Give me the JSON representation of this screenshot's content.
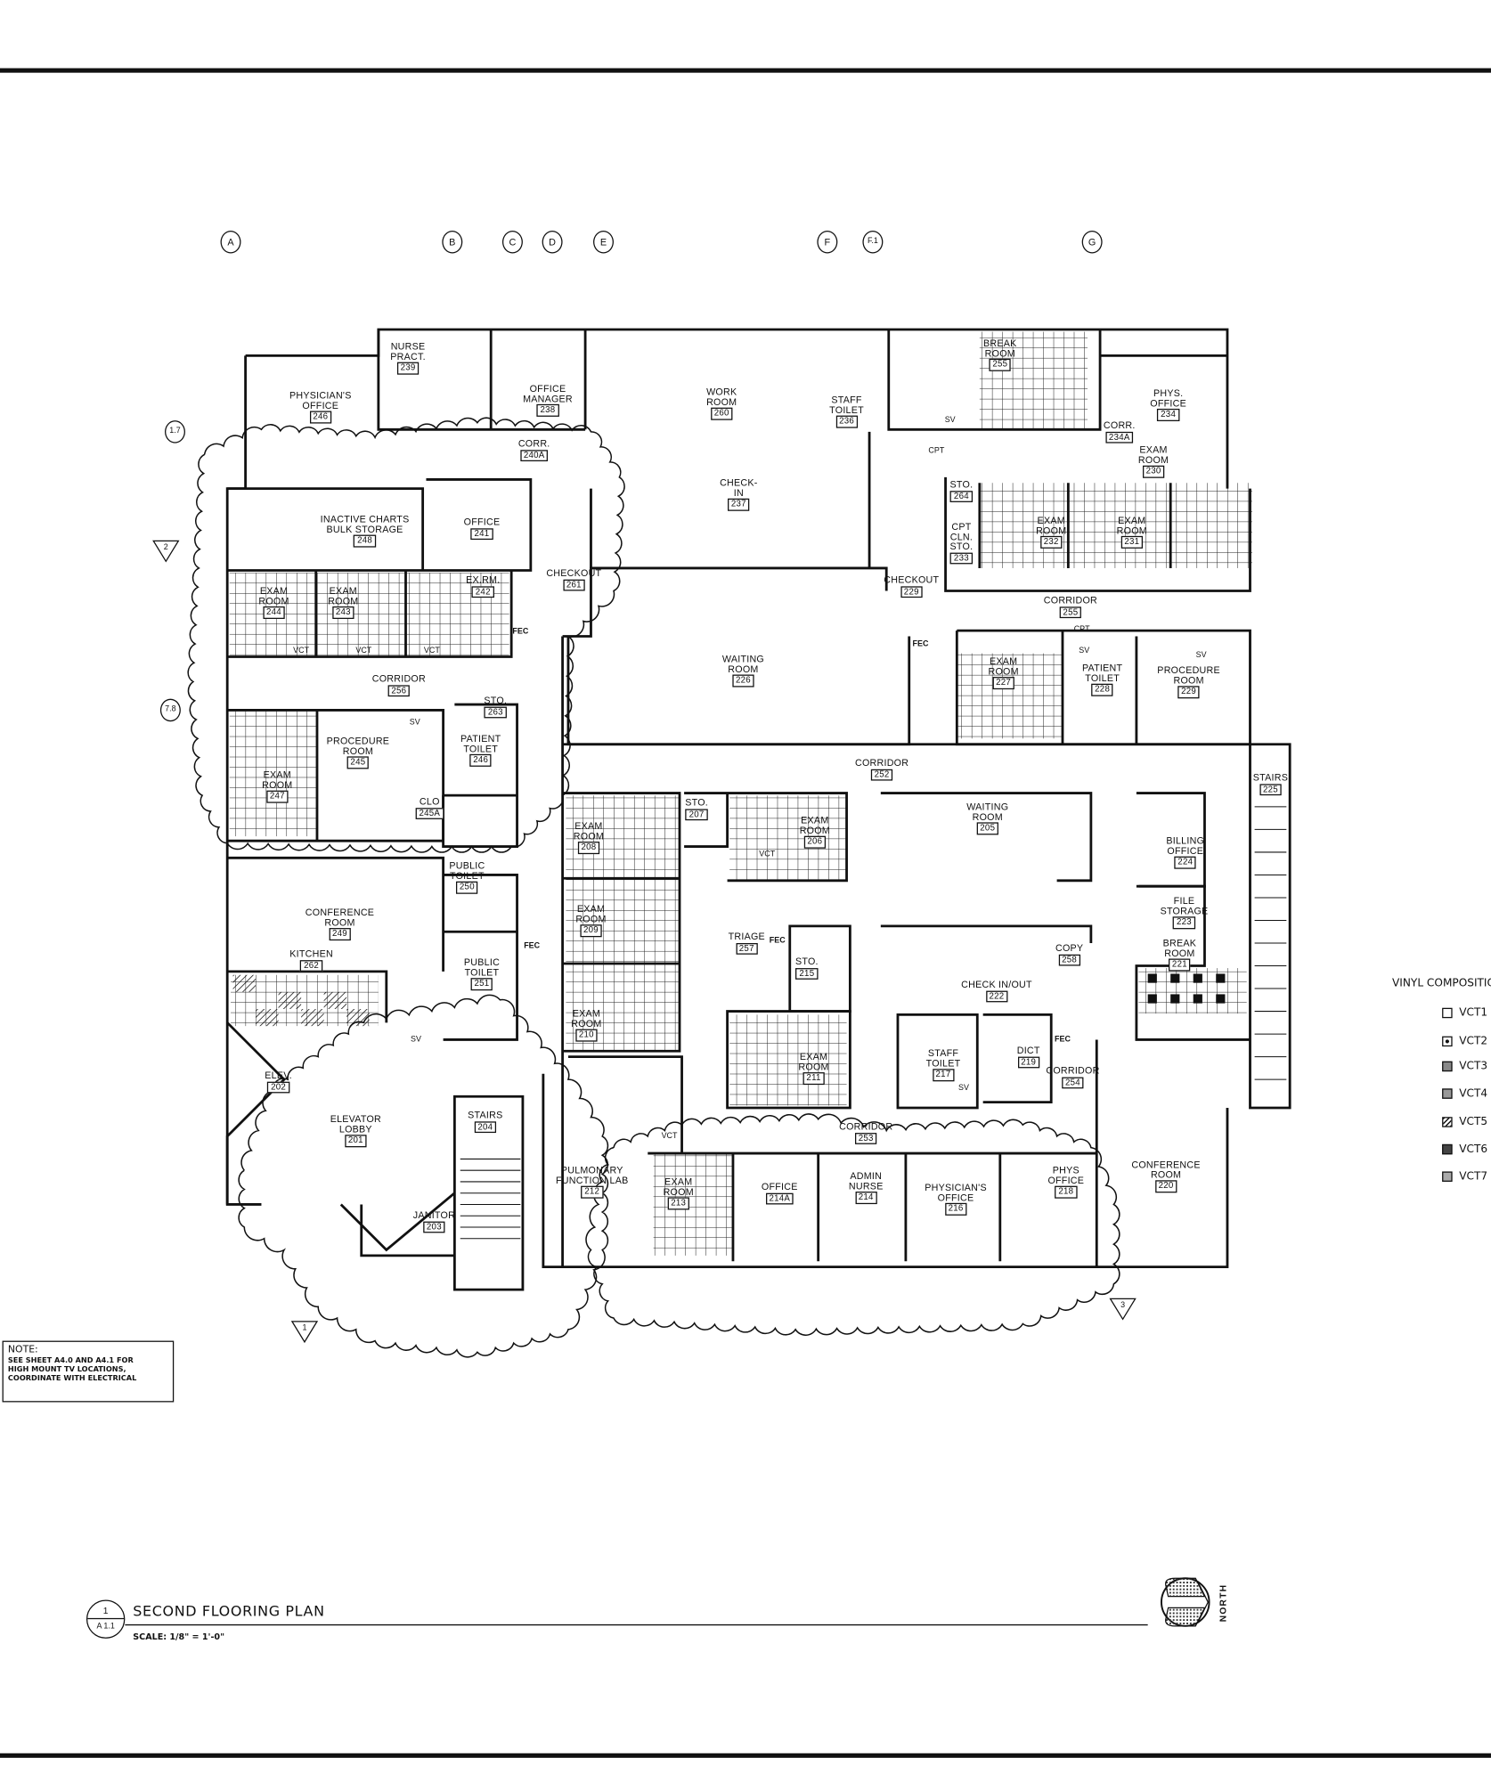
{
  "sheet": {
    "title": "SECOND FLOORING PLAN",
    "detail_number": "1",
    "sheet_ref": "A 1.1",
    "scale": "SCALE: 1/8\" = 1'-0\"",
    "north_label": "NORTH"
  },
  "grid_lines": {
    "columns": [
      "A",
      "B",
      "C",
      "D",
      "E",
      "F",
      "F.1",
      "G"
    ],
    "rows": [
      "1.7",
      "7.8"
    ]
  },
  "revisions": [
    "2",
    "1",
    "3"
  ],
  "note": {
    "heading": "NOTE:",
    "body": "SEE SHEET A4.0 AND A4.1 FOR\nHIGH MOUNT TV LOCATIONS,\nCOORDINATE WITH ELECTRICAL"
  },
  "legend": {
    "title": "VINYL COMPOSITION",
    "items": [
      "VCT1",
      "VCT2",
      "VCT3",
      "VCT4",
      "VCT5",
      "VCT6",
      "VCT7"
    ]
  },
  "rooms": [
    {
      "name": "Physician's\nOffice",
      "number": "246"
    },
    {
      "name": "Nurse\nPract.",
      "number": "239"
    },
    {
      "name": "Office\nManager",
      "number": "238"
    },
    {
      "name": "Corr.",
      "number": "240A"
    },
    {
      "name": "Work\nRoom",
      "number": "260"
    },
    {
      "name": "Staff\nToilet",
      "number": "236"
    },
    {
      "name": "Break\nRoom",
      "number": "255"
    },
    {
      "name": "Phys.\nOffice",
      "number": "234"
    },
    {
      "name": "Corr.",
      "number": "234A"
    },
    {
      "name": "Exam\nRoom",
      "number": "230"
    },
    {
      "name": "Check-\nIn",
      "number": "237"
    },
    {
      "name": "Inactive Charts\nBulk Storage",
      "number": "248"
    },
    {
      "name": "Office",
      "number": "241"
    },
    {
      "name": "Sto.",
      "number": "264"
    },
    {
      "name": "CPT\nCln.\nSto.",
      "number": "233"
    },
    {
      "name": "Exam\nRoom",
      "number": "232"
    },
    {
      "name": "Exam\nRoom",
      "number": "231"
    },
    {
      "name": "Checkout",
      "number": "261"
    },
    {
      "name": "Checkout",
      "number": "229"
    },
    {
      "name": "Exam\nRoom",
      "number": "244"
    },
    {
      "name": "Exam\nRoom",
      "number": "243"
    },
    {
      "name": "Ex.Rm.",
      "number": "242"
    },
    {
      "name": "Corridor",
      "number": "255"
    },
    {
      "name": "Waiting\nRoom",
      "number": "226"
    },
    {
      "name": "Exam\nRoom",
      "number": "227"
    },
    {
      "name": "Patient\nToilet",
      "number": "228"
    },
    {
      "name": "Procedure\nRoom",
      "number": "229"
    },
    {
      "name": "Corridor",
      "number": "256"
    },
    {
      "name": "Sto.",
      "number": "263"
    },
    {
      "name": "Procedure\nRoom",
      "number": "245"
    },
    {
      "name": "Patient\nToilet",
      "number": "246"
    },
    {
      "name": "Exam\nRoom",
      "number": "247"
    },
    {
      "name": "Clo",
      "number": "245A"
    },
    {
      "name": "Corridor",
      "number": "252"
    },
    {
      "name": "Stairs",
      "number": "225"
    },
    {
      "name": "Exam\nRoom",
      "number": "208"
    },
    {
      "name": "Sto.",
      "number": "207"
    },
    {
      "name": "Exam\nRoom",
      "number": "206"
    },
    {
      "name": "Waiting\nRoom",
      "number": "205"
    },
    {
      "name": "Billing\nOffice",
      "number": "224"
    },
    {
      "name": "Public\nToilet",
      "number": "250"
    },
    {
      "name": "Exam\nRoom",
      "number": "209"
    },
    {
      "name": "Conference\nRoom",
      "number": "249"
    },
    {
      "name": "File\nStorage",
      "number": "223"
    },
    {
      "name": "Triage",
      "number": "257"
    },
    {
      "name": "Sto.",
      "number": "215"
    },
    {
      "name": "Copy",
      "number": "258"
    },
    {
      "name": "Break\nRoom",
      "number": "221"
    },
    {
      "name": "Public\nToilet",
      "number": "251"
    },
    {
      "name": "Kitchen",
      "number": "262"
    },
    {
      "name": "Check In/Out",
      "number": "222"
    },
    {
      "name": "Exam\nRoom",
      "number": "210"
    },
    {
      "name": "Staff\nToilet",
      "number": "217"
    },
    {
      "name": "Dict",
      "number": "219"
    },
    {
      "name": "Corridor",
      "number": "254"
    },
    {
      "name": "Exam\nRoom",
      "number": "211"
    },
    {
      "name": "Elev.",
      "number": "202"
    },
    {
      "name": "Elevator\nLobby",
      "number": "201"
    },
    {
      "name": "Stairs",
      "number": "204"
    },
    {
      "name": "Pulmonary\nFunction Lab",
      "number": "212"
    },
    {
      "name": "Janitor",
      "number": "203"
    },
    {
      "name": "Corridor",
      "number": "253"
    },
    {
      "name": "Exam\nRoom",
      "number": "213"
    },
    {
      "name": "Office",
      "number": "214A"
    },
    {
      "name": "Admin\nNurse",
      "number": "214"
    },
    {
      "name": "Physician's\nOffice",
      "number": "216"
    },
    {
      "name": "Phys\nOffice",
      "number": "218"
    },
    {
      "name": "Conference\nRoom",
      "number": "220"
    }
  ],
  "annotations": {
    "fec": "FEC",
    "vct": "VCT",
    "sv": "SV",
    "cpt": "CPT"
  }
}
